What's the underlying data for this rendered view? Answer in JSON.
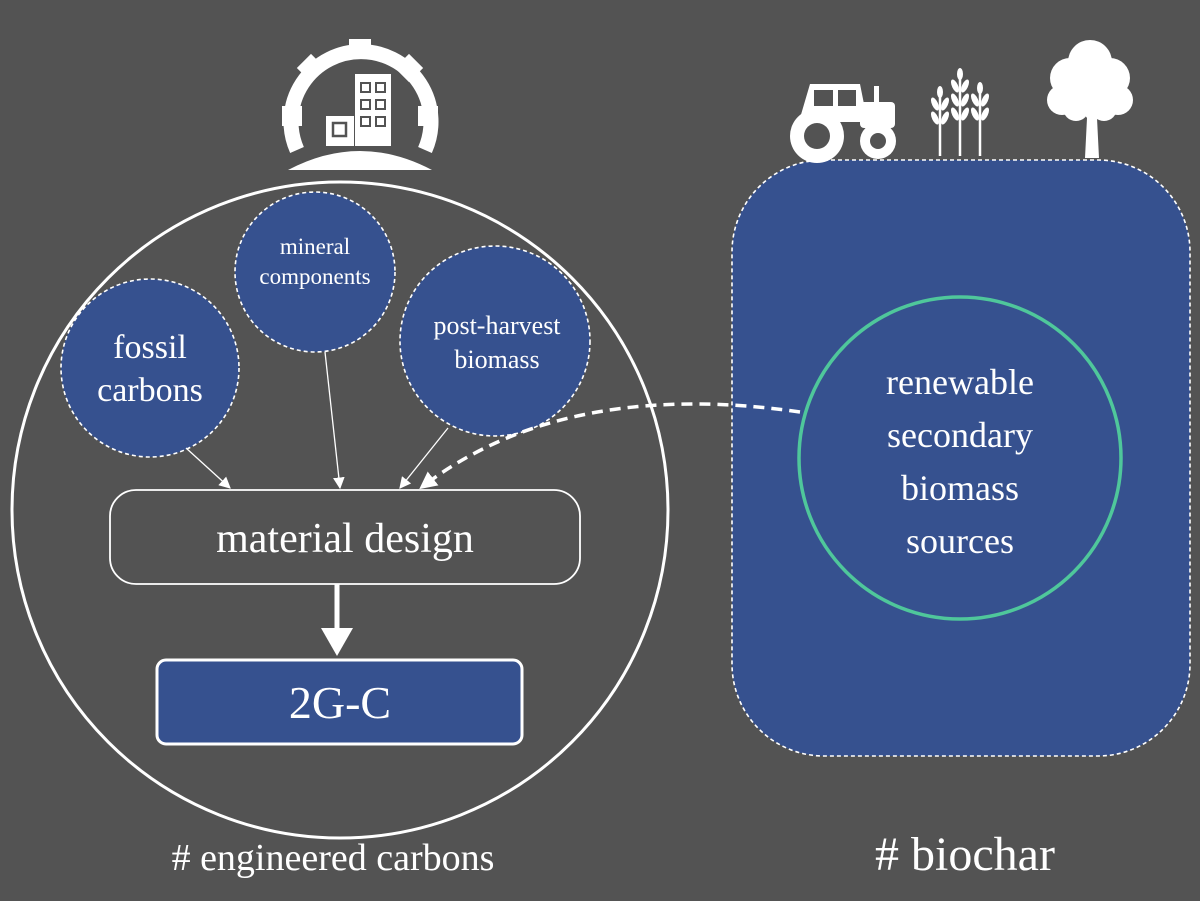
{
  "colors": {
    "background": "#535353",
    "node_fill": "#36518f",
    "line": "#ffffff",
    "renewable_ring": "#4fc79b"
  },
  "icons": [
    "factory-gear-icon",
    "tractor-icon",
    "wheat-icon",
    "tree-icon"
  ],
  "engineered": {
    "inputs": {
      "fossil": [
        "fossil",
        "carbons"
      ],
      "mineral": [
        "mineral",
        "components"
      ],
      "postharvest": [
        "post-harvest",
        "biomass"
      ]
    },
    "design_label": "material design",
    "product_label": "2G-C",
    "caption": "# engineered carbons"
  },
  "biochar": {
    "source_lines": [
      "renewable",
      "secondary",
      "biomass",
      "sources"
    ],
    "caption": "# biochar"
  }
}
